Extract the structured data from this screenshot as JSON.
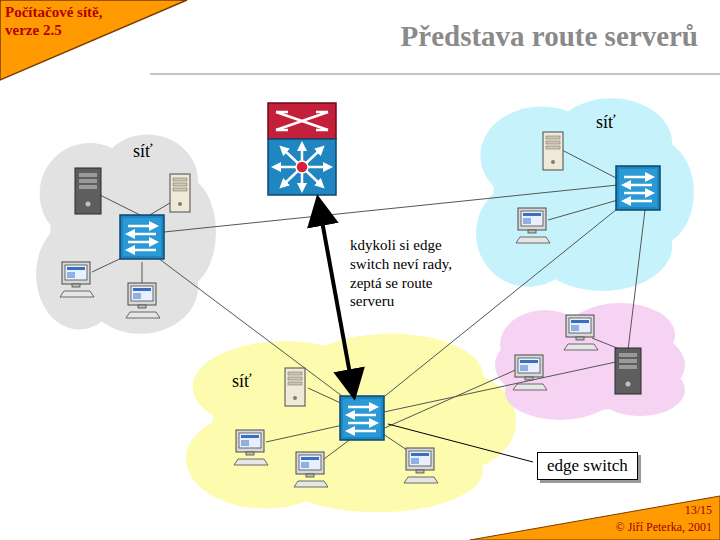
{
  "diagram": {
    "title": "Představa route serverů",
    "nodes": [
      {
        "text": [
          "síť"
        ]
      },
      {
        "text": [
          "síť"
        ]
      },
      {
        "text": [
          "síť"
        ]
      },
      {
        "text": [
          "edge switch"
        ]
      }
    ],
    "labels": [
      "Počítačové sítě, verze 2.5",
      "kdykoli si edge switch neví rady, zeptá se route serveru",
      "13/15",
      "© Jiří Peterka, 2001"
    ]
  }
}
